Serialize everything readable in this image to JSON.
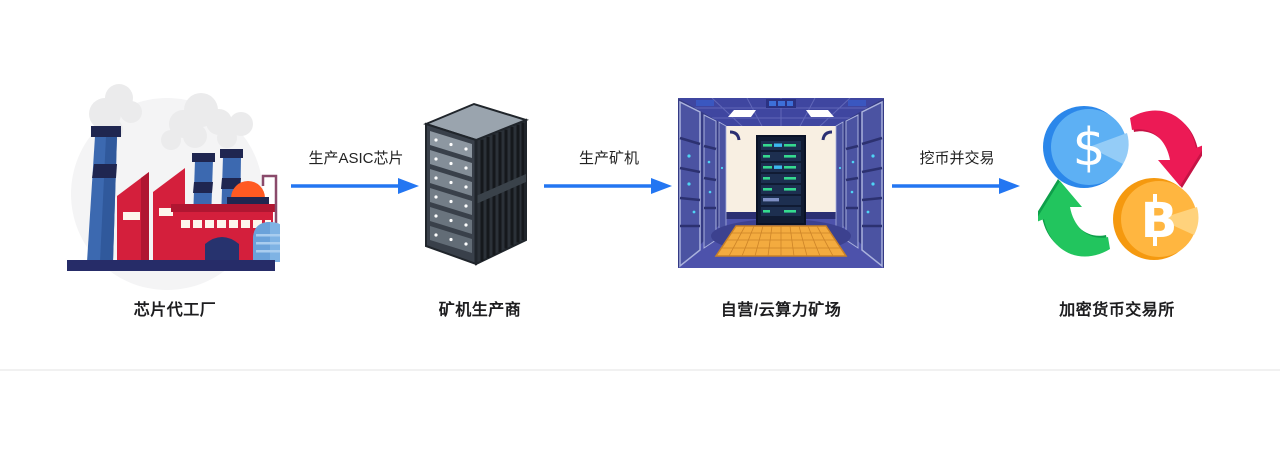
{
  "diagram": {
    "stages": [
      {
        "label": "芯片代工厂",
        "icon": "factory-illustration"
      },
      {
        "label": "矿机生产商",
        "icon": "server-rack-illustration"
      },
      {
        "label": "自营/云算力矿场",
        "icon": "mining-farm-illustration"
      },
      {
        "label": "加密货币交易所",
        "icon": "currency-exchange-illustration"
      }
    ],
    "arrows": [
      {
        "label": "生产ASIC芯片"
      },
      {
        "label": "生产矿机"
      },
      {
        "label": "挖币并交易"
      }
    ],
    "colors": {
      "arrow": "#2376f2",
      "label_text": "#1d1d1f",
      "divider": "#f1f1f1",
      "background": "#ffffff"
    }
  }
}
